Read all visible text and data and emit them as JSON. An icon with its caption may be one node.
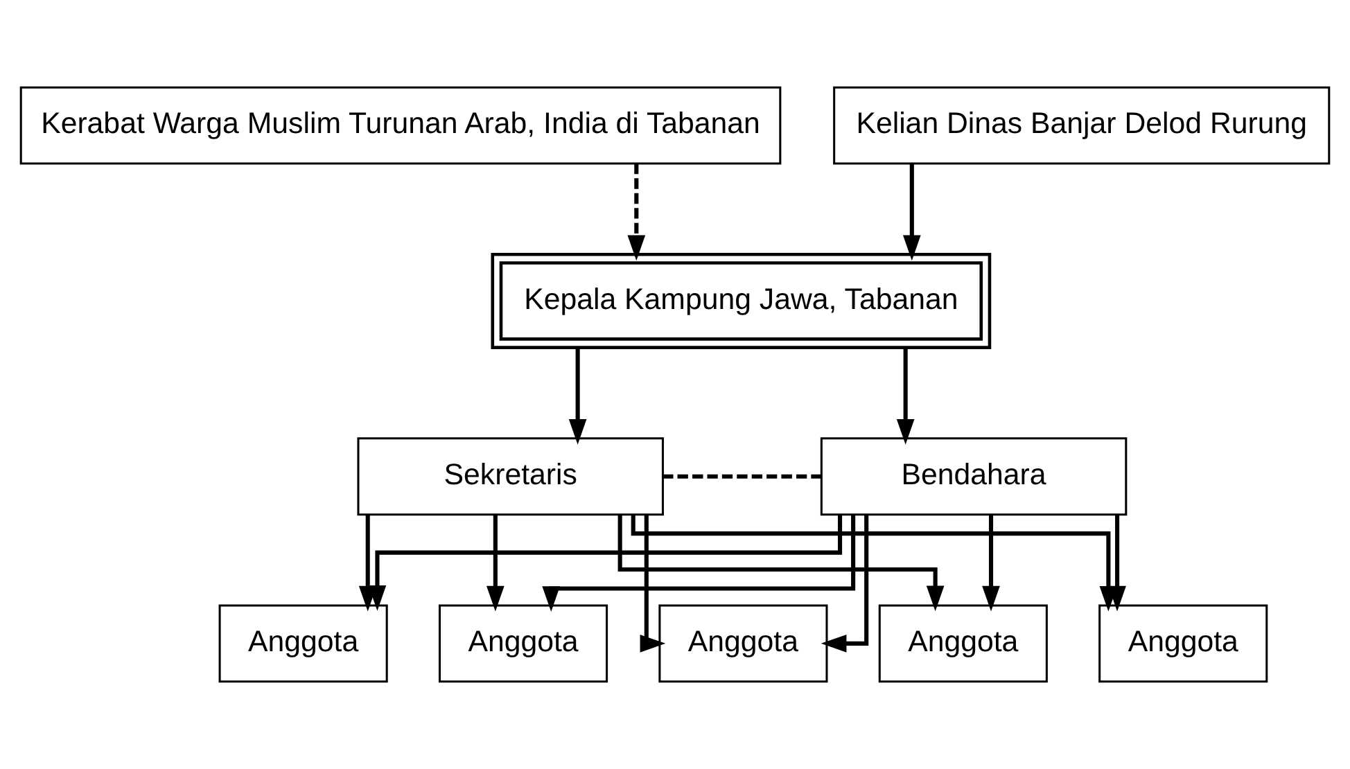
{
  "diagram": {
    "nodes": [
      {
        "text": [
          "Kerabat Warga Muslim Turunan Arab, India di Tabanan"
        ]
      },
      {
        "text": [
          "Kelian Dinas Banjar Delod Rurung"
        ]
      },
      {
        "text": [
          "Kepala Kampung Jawa, Tabanan"
        ]
      },
      {
        "text": [
          "Sekretaris"
        ]
      },
      {
        "text": [
          "Bendahara"
        ]
      },
      {
        "text": [
          "Anggota"
        ]
      },
      {
        "text": [
          "Anggota"
        ]
      },
      {
        "text": [
          "Anggota"
        ]
      },
      {
        "text": [
          "Anggota"
        ]
      },
      {
        "text": [
          "Anggota"
        ]
      }
    ],
    "edges": [
      {
        "from": 0,
        "to": 2,
        "arrow": "to",
        "style": "dashed"
      },
      {
        "from": 1,
        "to": 2,
        "arrow": "to"
      },
      {
        "from": 2,
        "to": 3,
        "arrow": "to"
      },
      {
        "from": 2,
        "to": 4,
        "arrow": "to"
      },
      {
        "from": 3,
        "to": 4,
        "arrow": "none",
        "style": "dashed"
      },
      {
        "from": 3,
        "to": 5,
        "arrow": "to"
      },
      {
        "from": 3,
        "to": 6,
        "arrow": "to"
      },
      {
        "from": 3,
        "to": 7,
        "arrow": "to"
      },
      {
        "from": 3,
        "to": 8,
        "arrow": "to"
      },
      {
        "from": 3,
        "to": 9,
        "arrow": "to"
      },
      {
        "from": 4,
        "to": 5,
        "arrow": "to"
      },
      {
        "from": 4,
        "to": 6,
        "arrow": "to"
      },
      {
        "from": 4,
        "to": 7,
        "arrow": "to"
      },
      {
        "from": 4,
        "to": 8,
        "arrow": "to"
      },
      {
        "from": 4,
        "to": 9,
        "arrow": "to"
      }
    ]
  }
}
